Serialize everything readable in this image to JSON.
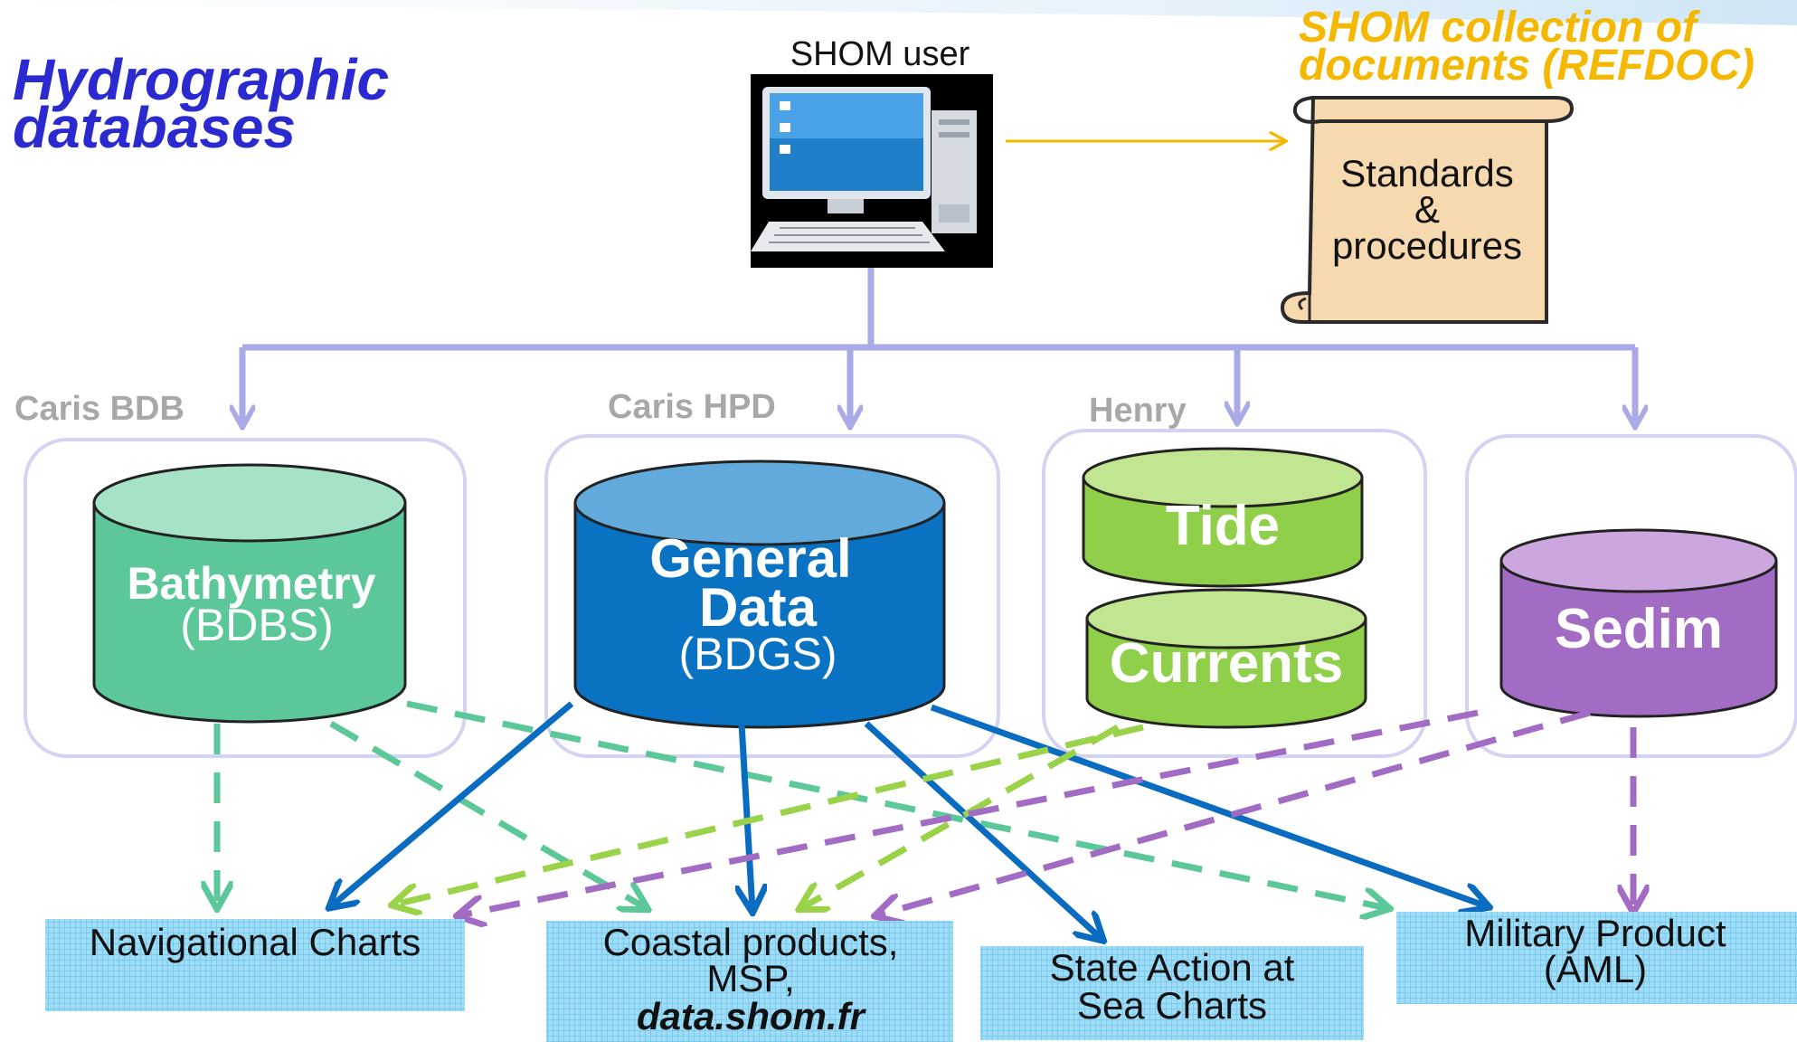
{
  "title": {
    "line1": "Hydrographic",
    "line2": "databases"
  },
  "user": {
    "label": "SHOM user",
    "icon": "desktop-computer-icon"
  },
  "refdoc": {
    "line1": "SHOM collection of",
    "line2": "documents (REFDOC)",
    "scroll_line1": "Standards",
    "scroll_line2": "&",
    "scroll_line3": "procedures"
  },
  "systems": [
    {
      "label": "Caris BDB"
    },
    {
      "label": "Caris HPD"
    },
    {
      "label": "Henry"
    }
  ],
  "databases": {
    "bathymetry": {
      "name": "Bathymetry",
      "sub": "(BDBS)",
      "color": "#5cc89a"
    },
    "general": {
      "name1": "General",
      "name2": "Data",
      "sub": "(BDGS)",
      "color": "#0a72c2"
    },
    "tide": {
      "name": "Tide",
      "color": "#8fcf4a"
    },
    "currents": {
      "name": "Currents",
      "color": "#8fcf4a"
    },
    "sedim": {
      "name": "Sedim",
      "color": "#a36cc4"
    }
  },
  "products": {
    "nav": {
      "line1": "Navigational Charts"
    },
    "coastal": {
      "line1": "Coastal products,",
      "line2": "MSP,",
      "line3": "data.shom.fr"
    },
    "state": {
      "line1": "State Action at",
      "line2": "Sea Charts"
    },
    "military": {
      "line1": "Military Product",
      "line2": "(AML)"
    }
  },
  "colors": {
    "connector": "#aaaae6",
    "refdoc_arrow": "#f5b800",
    "bathy_link": "#5cc89a",
    "general_link": "#0a6cc0",
    "tide_link": "#9ad24a",
    "sedim_link": "#a36cc4",
    "product_fill": "#9fdcf5"
  }
}
